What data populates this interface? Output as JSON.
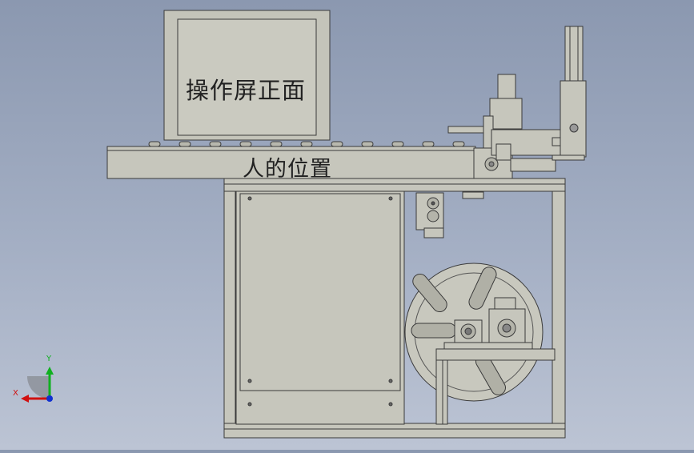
{
  "annotations": {
    "screen_front": "操作屏正面",
    "operator_position": "人的位置"
  },
  "triad": {
    "x_label": "X",
    "y_label": "Y",
    "colors": {
      "x": "#d01010",
      "y": "#10b020",
      "z": "#1030d0"
    }
  },
  "colors": {
    "background_top": "#8b98b0",
    "background_bottom": "#bcc4d4",
    "part_fill": "#c6c6bc",
    "part_edge": "#3a3a3a"
  }
}
